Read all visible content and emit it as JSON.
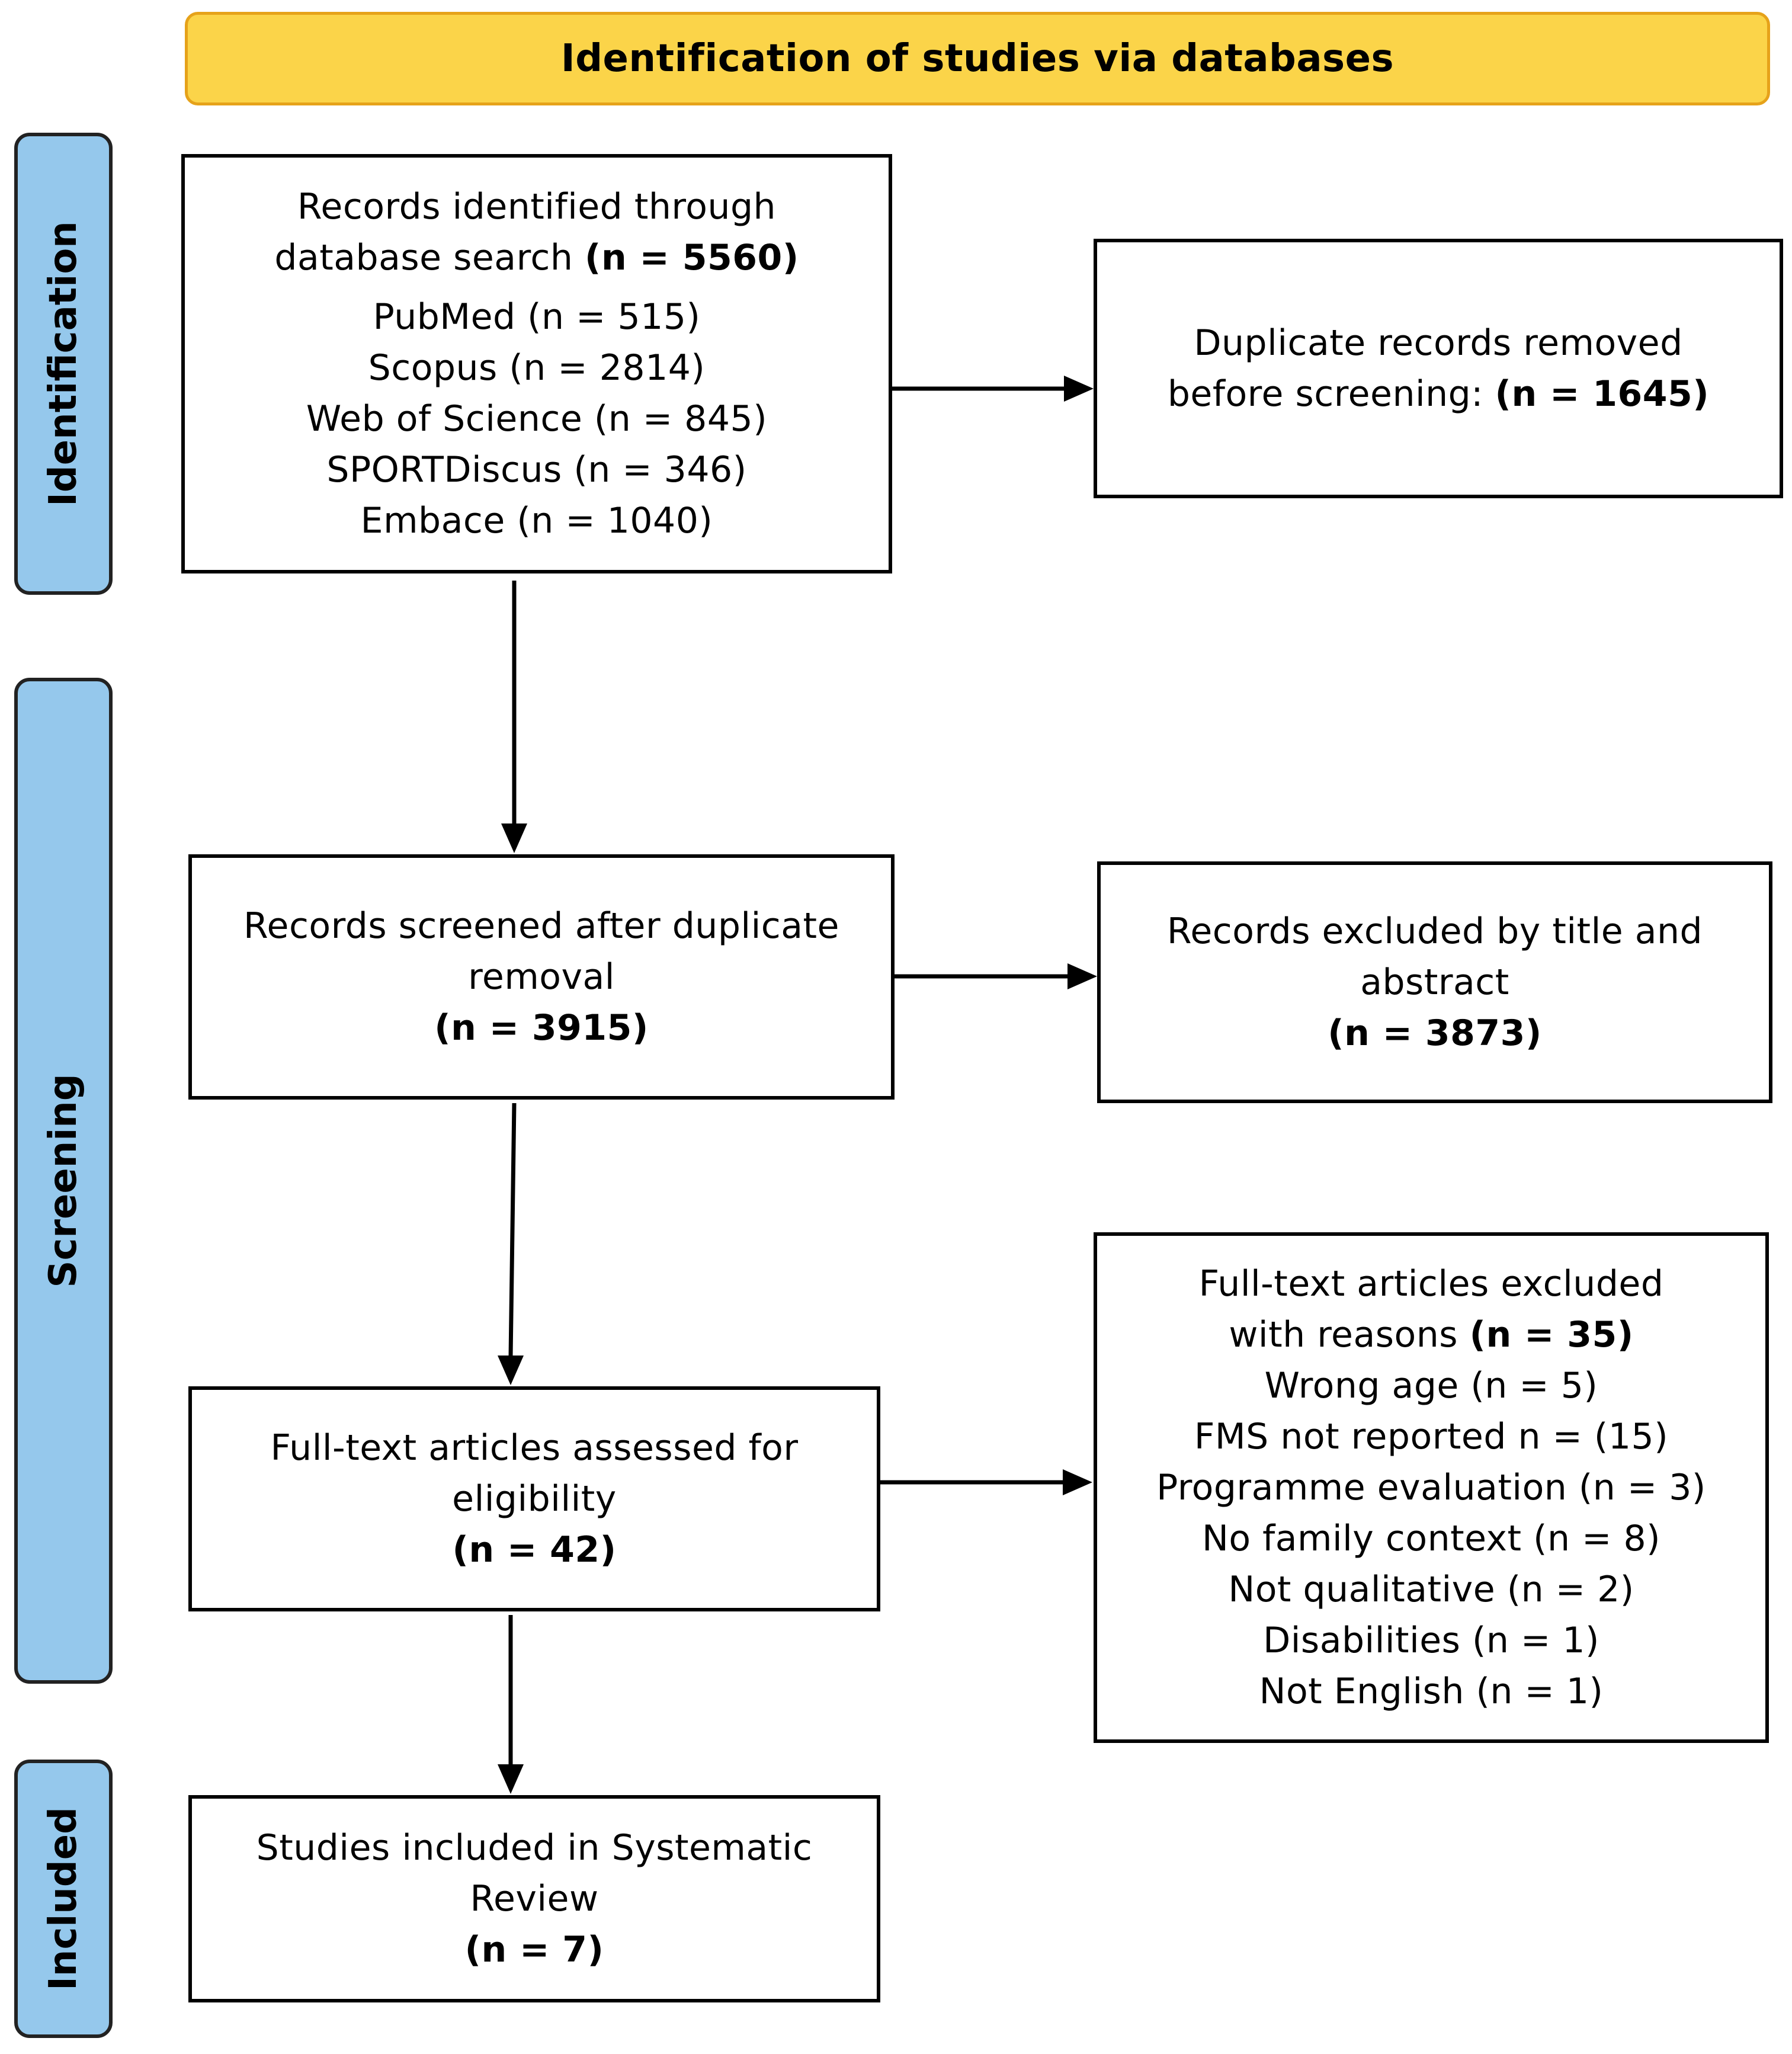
{
  "banner": "Identification of studies via databases",
  "phases": {
    "identification": "Identification",
    "screening": "Screening",
    "included": "Included"
  },
  "identified": {
    "text_1": "Records identified through",
    "text_2": "database search",
    "count": "(n = 5560)",
    "sources": [
      "PubMed (n = 515)",
      "Scopus (n = 2814)",
      "Web of Science (n = 845)",
      "SPORTDiscus (n = 346)",
      "Embace (n = 1040)"
    ]
  },
  "duplicates": {
    "text_1": "Duplicate records removed",
    "text_2": "before screening:",
    "count": "(n = 1645)"
  },
  "screened": {
    "text_1": "Records screened after duplicate",
    "text_2": "removal",
    "count": "(n = 3915)"
  },
  "excluded_title": {
    "text_1": "Records excluded by title and",
    "text_2": "abstract",
    "count": "(n = 3873)"
  },
  "assessed": {
    "text_1": "Full-text articles assessed for",
    "text_2": "eligibility",
    "count": "(n = 42)"
  },
  "excluded_fulltext": {
    "text_1": "Full-text articles excluded",
    "text_2": "with reasons",
    "count": "(n = 35)",
    "reasons": [
      "Wrong age (n = 5)",
      "FMS not reported n = (15)",
      "Programme evaluation (n = 3)",
      "No family context (n = 8)",
      "Not qualitative (n = 2)",
      "Disabilities (n = 1)",
      "Not English (n = 1)"
    ]
  },
  "included": {
    "text_1": "Studies included in Systematic",
    "text_2": "Review",
    "count": "(n = 7)"
  }
}
